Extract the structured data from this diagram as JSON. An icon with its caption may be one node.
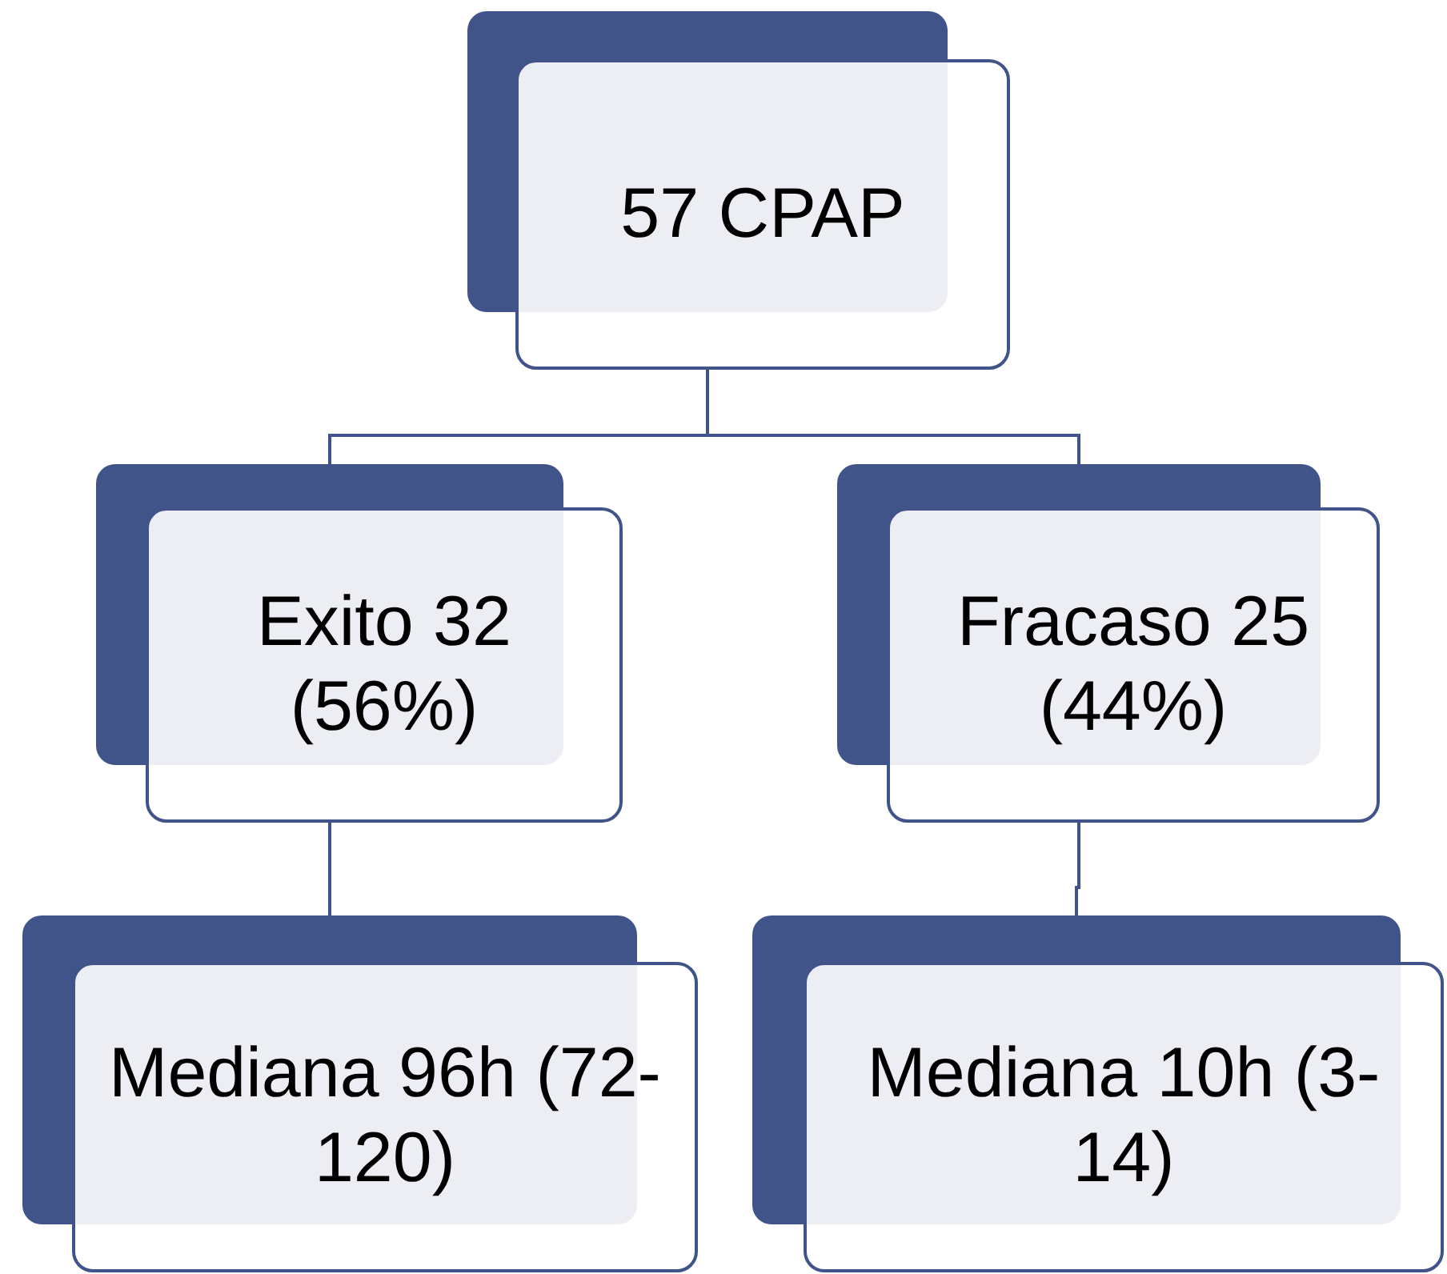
{
  "diagram": {
    "nodes": [
      {
        "text": [
          "57 CPAP"
        ]
      },
      {
        "text": [
          "Exito 32 (56%)"
        ]
      },
      {
        "text": [
          "Fracaso 25 (44%)"
        ]
      },
      {
        "text": [
          "Mediana 96h (72-120)"
        ]
      },
      {
        "text": [
          "Mediana 10h (3-14)"
        ]
      }
    ],
    "edges": [
      {
        "from": 0,
        "to": 1,
        "arrow": "none"
      },
      {
        "from": 0,
        "to": 2,
        "arrow": "none"
      },
      {
        "from": 1,
        "to": 3,
        "arrow": "none"
      },
      {
        "from": 2,
        "to": 4,
        "arrow": "none"
      }
    ]
  }
}
